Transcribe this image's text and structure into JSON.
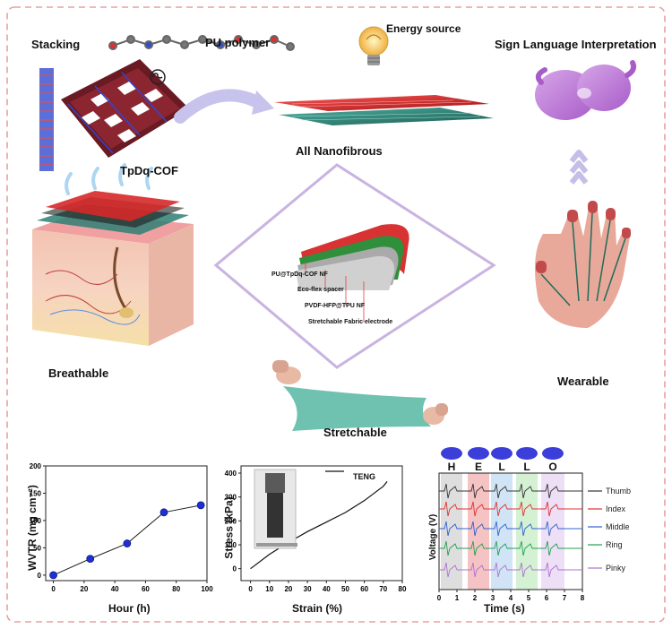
{
  "labels": {
    "stacking": "Stacking",
    "pu_polymer": "PU polymer",
    "energy_source": "Energy source",
    "sign_language": "Sign Language Interpretation",
    "tpdq_cof": "TpDq-COF",
    "all_nanofibrous": "All Nanofibrous",
    "breathable": "Breathable",
    "wearable": "Wearable",
    "stretchable": "Stretchable",
    "layer_1": "PU@TpDq-COF NF",
    "layer_2": "Eco-flex spacer",
    "layer_3": "PVDF-HFP@TPU NF",
    "layer_4": "Stretchable Fabric electrode"
  },
  "colors": {
    "frame": "#e8a0a0",
    "diamond": "#c9b3e0",
    "arrow": "#c8c3ec",
    "marker": "#1f2fd6"
  },
  "chart_data": [
    {
      "type": "line",
      "xlabel": "Hour (h)",
      "ylabel": "WVTR (mg cm⁻²)",
      "x": [
        0,
        24,
        48,
        72,
        96
      ],
      "y": [
        0,
        30,
        58,
        115,
        128
      ],
      "xlim": [
        -5,
        100
      ],
      "ylim": [
        -10,
        200
      ],
      "xticks": [
        "0",
        "20",
        "40",
        "60",
        "80",
        "100"
      ],
      "yticks": [
        "0",
        "50",
        "100",
        "150",
        "200"
      ]
    },
    {
      "type": "line",
      "xlabel": "Strain (%)",
      "ylabel": "Stress (kPa)",
      "legend": [
        "TENG"
      ],
      "x": [
        0,
        10,
        20,
        30,
        40,
        50,
        60,
        70,
        72
      ],
      "y": [
        0,
        60,
        110,
        155,
        195,
        235,
        285,
        345,
        365
      ],
      "xlim": [
        -5,
        80
      ],
      "ylim": [
        -50,
        430
      ],
      "xticks": [
        "0",
        "10",
        "20",
        "30",
        "40",
        "50",
        "60",
        "70",
        "80"
      ],
      "yticks": [
        "0",
        "100",
        "200",
        "300",
        "400"
      ]
    },
    {
      "type": "line",
      "xlabel": "Time (s)",
      "ylabel": "Voltage (V)",
      "letters": [
        "H",
        "E",
        "L",
        "L",
        "O"
      ],
      "series": [
        {
          "name": "Thumb",
          "color": "#333333"
        },
        {
          "name": "Index",
          "color": "#e03030"
        },
        {
          "name": "Middle",
          "color": "#3060d0"
        },
        {
          "name": "Ring",
          "color": "#20a050"
        },
        {
          "name": "Pinky",
          "color": "#b070d0"
        }
      ],
      "xlim": [
        0,
        8
      ],
      "xticks": [
        "0",
        "1",
        "2",
        "3",
        "4",
        "5",
        "6",
        "7",
        "8"
      ],
      "band_colors": [
        "#d8d8d8",
        "#f3b8b8",
        "#c9dff5",
        "#cdeecd",
        "#ead9f3"
      ]
    }
  ]
}
